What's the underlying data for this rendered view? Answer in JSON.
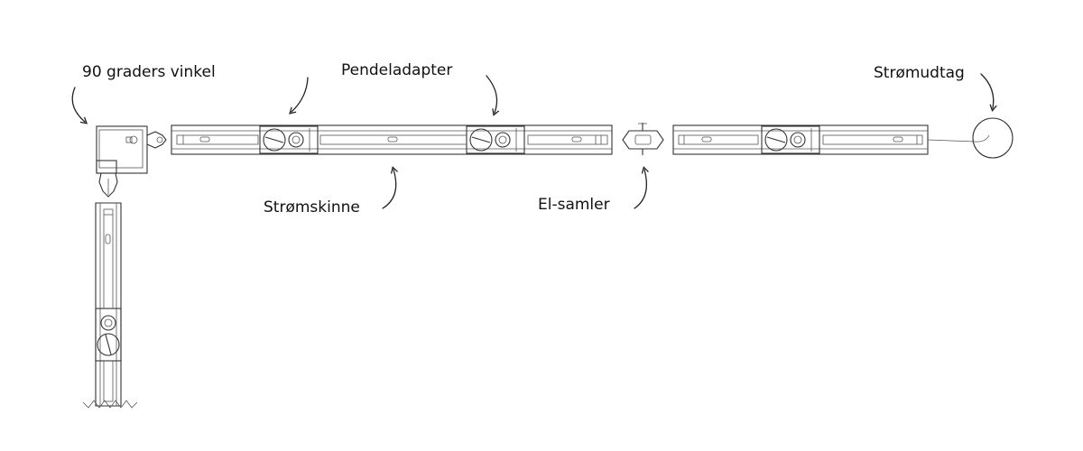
{
  "labels": {
    "corner": "90 graders vinkel",
    "pendant": "Pendeladapter",
    "outlet": "Strømudtag",
    "rail": "Strømskinne",
    "connector": "El-samler"
  },
  "colors": {
    "line": "#333333",
    "text": "#111111",
    "background": "#ffffff"
  },
  "icons": [
    "curved-arrow-icon"
  ]
}
